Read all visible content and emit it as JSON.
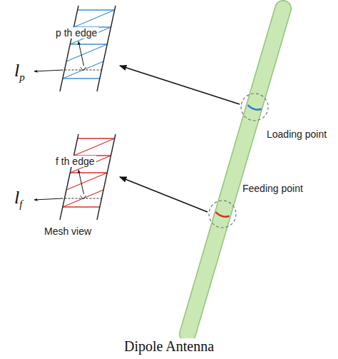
{
  "diagram": {
    "caption": "Dipole Antenna",
    "labels": [
      "p th edge",
      "lp",
      "Loading point",
      "f th edge",
      "lf",
      "Feeding point",
      "Mesh view"
    ]
  }
}
